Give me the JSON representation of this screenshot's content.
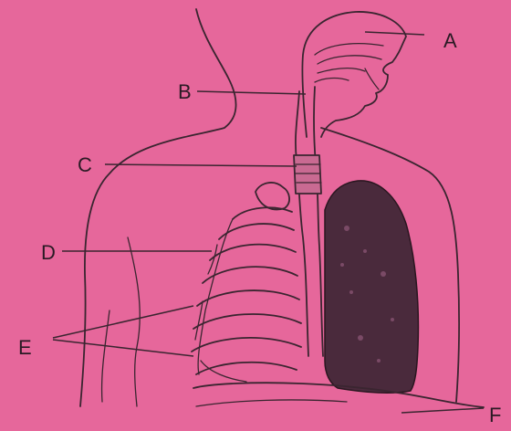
{
  "labels": {
    "a": "A",
    "b": "B",
    "c": "C",
    "d": "D",
    "e": "E",
    "f": "F"
  },
  "colors": {
    "background": "#e6679b",
    "ink": "#3a2530",
    "lung": "#4a2a3c"
  }
}
